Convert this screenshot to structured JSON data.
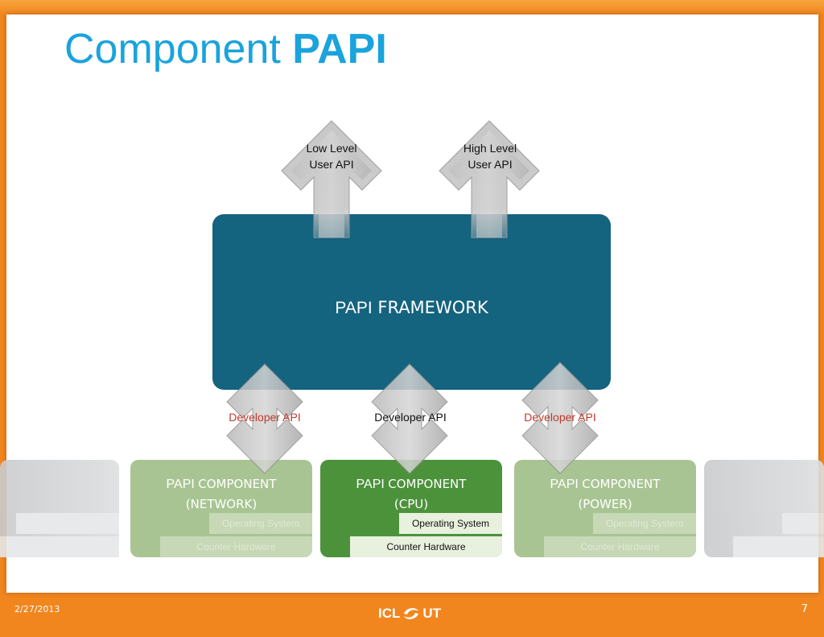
{
  "title": {
    "regular": "Component",
    "bold": "PAPI"
  },
  "framework": {
    "name": "PAPI",
    "label": "FRAMEWORK"
  },
  "user_apis": [
    {
      "line1": "Low Level",
      "line2": "User API"
    },
    {
      "line1": "High Level",
      "line2": "User API"
    }
  ],
  "developer_apis": [
    {
      "label": "Developer API",
      "color": "#c0392b"
    },
    {
      "label": "Developer API",
      "color": "#111111"
    },
    {
      "label": "Developer API",
      "color": "#c0392b"
    }
  ],
  "components": [
    {
      "name": "PAPI",
      "label": "COMPONENT",
      "sub": "(NETWORK)",
      "os": "Operating System",
      "hw": "Counter Hardware",
      "active": false
    },
    {
      "name": "PAPI",
      "label": "COMPONENT",
      "sub": "(CPU)",
      "os": "Operating System",
      "hw": "Counter Hardware",
      "active": true
    },
    {
      "name": "PAPI",
      "label": "COMPONENT",
      "sub": "(POWER)",
      "os": "Operating System",
      "hw": "Counter Hardware",
      "active": false
    }
  ],
  "colors": {
    "accent": "#1aa3dc",
    "framework": "#14637f",
    "component_active": "#4c923b",
    "component_faded": "#a9c493",
    "footer": "#f1861f"
  },
  "footer": {
    "date": "2/27/2013",
    "page": "7",
    "logo_left": "ICL",
    "logo_right": "UT",
    "logo_mark": "swoosh-icon"
  }
}
